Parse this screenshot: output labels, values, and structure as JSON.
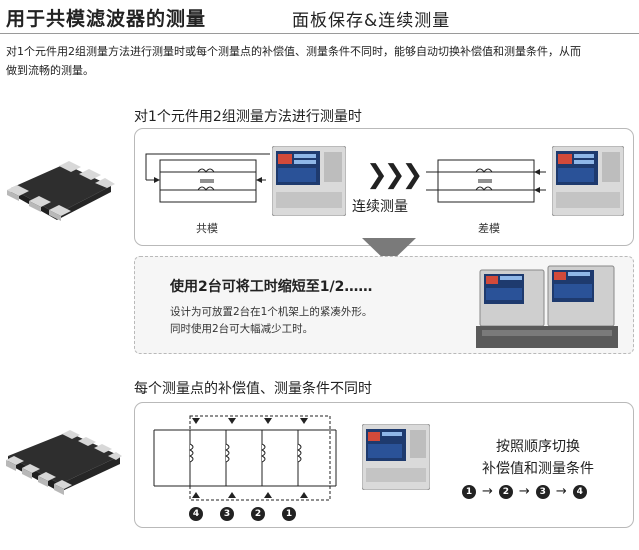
{
  "header": {
    "title_main": "用于共模滤波器的测量",
    "title_sub": "面板保存&连续测量"
  },
  "description": {
    "line1": "对1个元件用2组测量方法进行测量时或每个测量点的补偿值、测量条件不同时，能够自动切换补偿值和测量条件，从而",
    "line2": "做到流畅的测量。"
  },
  "section1": {
    "title": "对1个元件用2组测量方法进行测量时",
    "label_common": "共模",
    "label_diff": "差模",
    "continuous_label": "连续测量",
    "chevrons": "❯❯❯"
  },
  "callout": {
    "headline": "使用2台可将工时缩短至1/2……",
    "line1": "设计为可放置2台在1个机架上的紧凑外形。",
    "line2": "同时使用2台可大幅减少工时。"
  },
  "section2": {
    "title": "每个测量点的补偿值、测量条件不同时",
    "right_line1": "按照顺序切换",
    "right_line2": "补偿值和测量条件",
    "sequence": [
      "1",
      "2",
      "3",
      "4"
    ],
    "point_labels": [
      "4",
      "3",
      "2",
      "1"
    ],
    "arrow": "→"
  },
  "colors": {
    "chip_body": "#3a3a3a",
    "chip_terminal": "#d8d8d8",
    "accent_arrow": "#7a7a7a",
    "box_border": "#b9b9b9"
  }
}
